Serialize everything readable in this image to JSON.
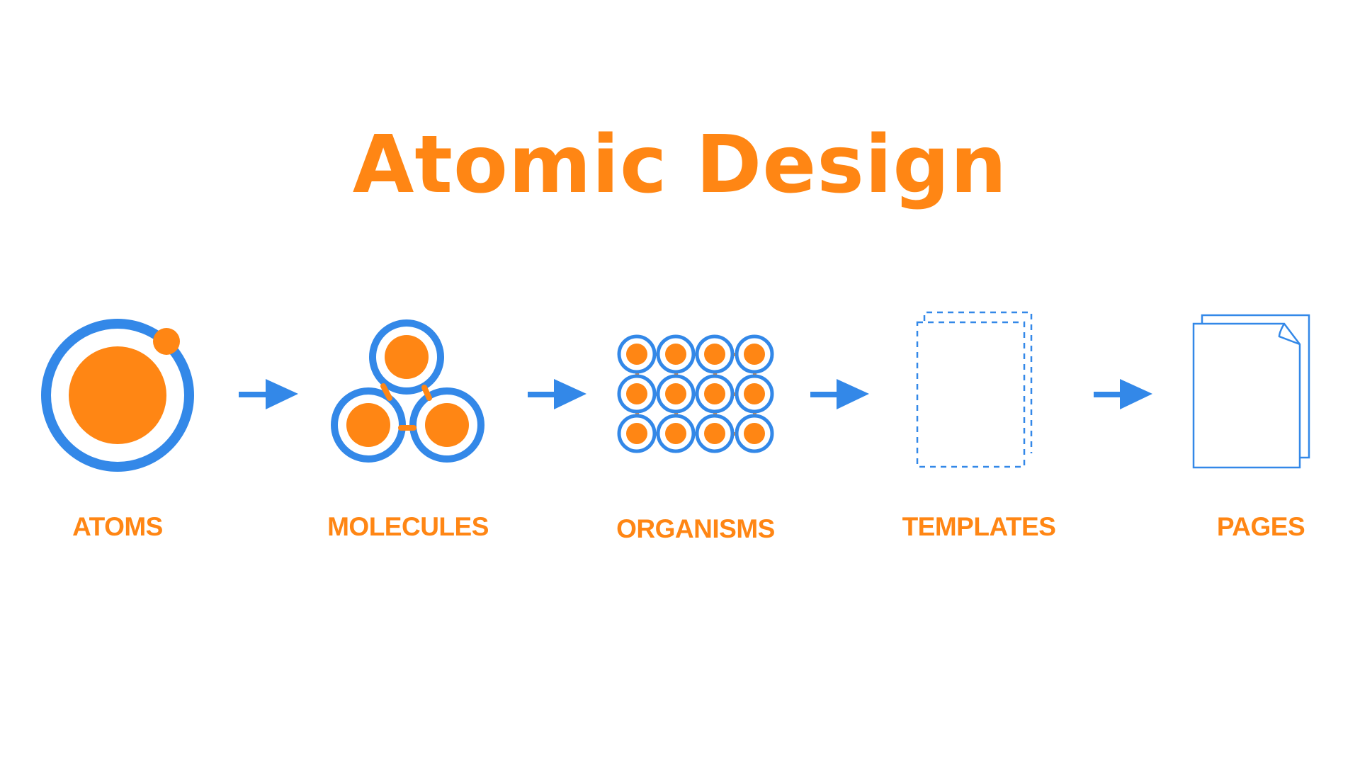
{
  "title": "Atomic Design",
  "colors": {
    "orange": "#ff8614",
    "blue": "#3388e8",
    "background": "#ffffff"
  },
  "stages": [
    {
      "id": "atoms",
      "label": "ATOMS",
      "icon": "atom-icon"
    },
    {
      "id": "molecules",
      "label": "MOLECULES",
      "icon": "molecule-icon"
    },
    {
      "id": "organisms",
      "label": "ORGANISMS",
      "icon": "organism-grid-icon"
    },
    {
      "id": "templates",
      "label": "TEMPLATES",
      "icon": "dashed-document-stack-icon"
    },
    {
      "id": "pages",
      "label": "PAGES",
      "icon": "document-stack-icon"
    }
  ],
  "arrows": [
    {
      "from": "atoms",
      "to": "molecules",
      "icon": "arrow-right-icon"
    },
    {
      "from": "molecules",
      "to": "organisms",
      "icon": "arrow-right-icon"
    },
    {
      "from": "organisms",
      "to": "templates",
      "icon": "arrow-right-icon"
    },
    {
      "from": "templates",
      "to": "pages",
      "icon": "arrow-right-icon"
    }
  ]
}
